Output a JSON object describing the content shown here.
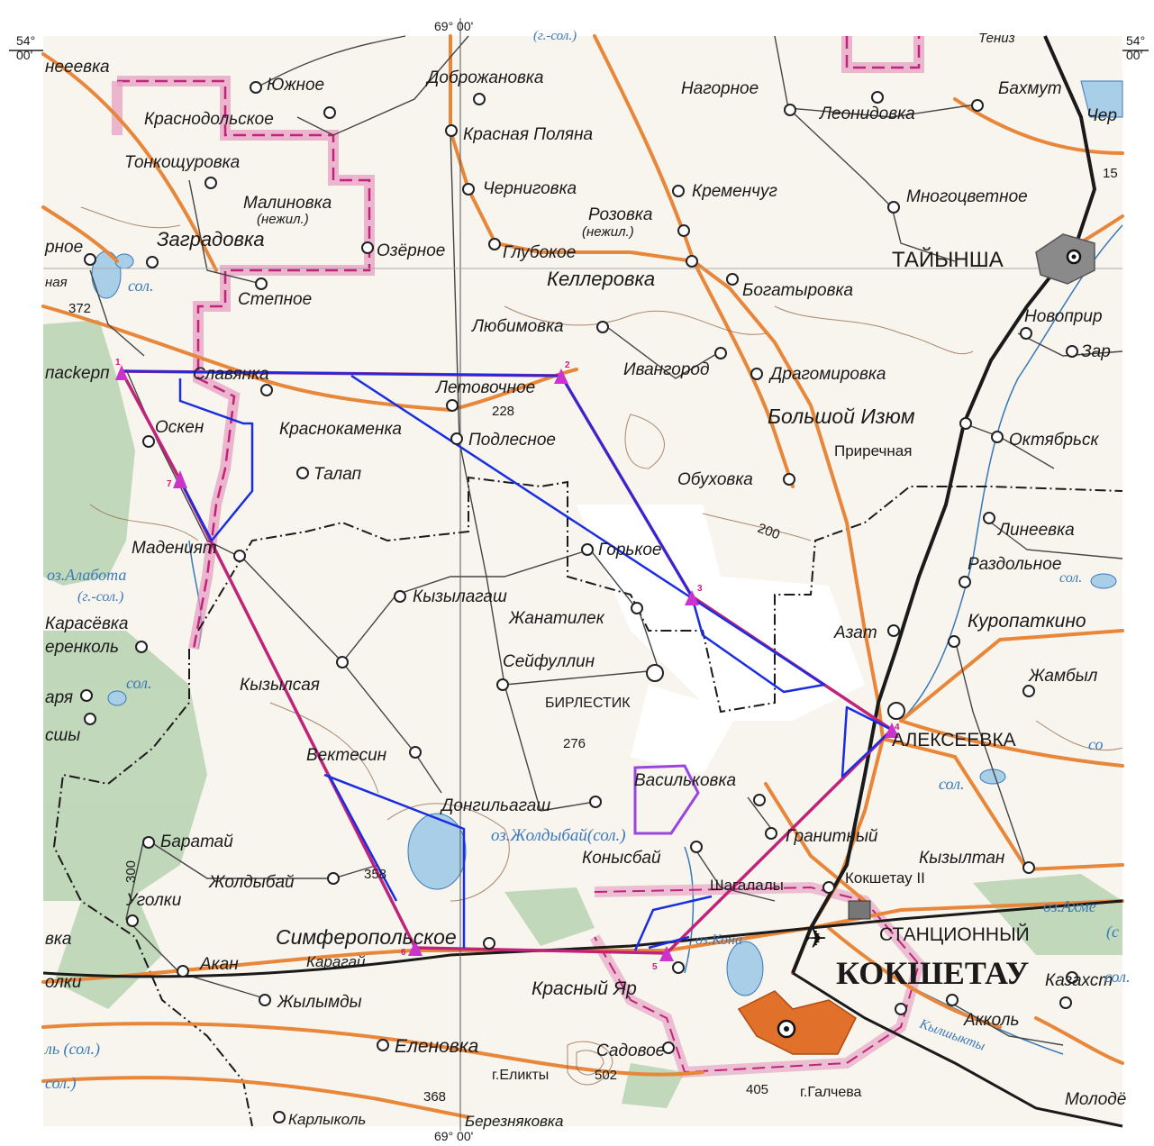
{
  "coords": {
    "top_lon": "69° 00'",
    "bottom_lon": "69° 00'",
    "left_lat_deg": "54°",
    "left_lat_min": "00'",
    "right_lat_deg": "54°",
    "right_lat_min": "00'"
  },
  "colors": {
    "road": "#e8863a",
    "road_minor": "#444444",
    "rail": "#1a1a1a",
    "district_border": "#e59ac0",
    "district_dash": "#c0247a",
    "forest": "#b8d2b0",
    "water": "#a9cfe8",
    "area_outline": "#c0247a",
    "inner_outline": "#1a2ee0",
    "small_outline": "#9a45e0",
    "vertex_marker": "#cc33cc",
    "city_fill": "#e0702a"
  },
  "places": [
    {
      "label": "нееевка"
    },
    {
      "label": "Южное"
    },
    {
      "label": "Доброжановка"
    },
    {
      "label": "Нагорное"
    },
    {
      "label": "Бахмут"
    },
    {
      "label": "Чер"
    },
    {
      "label": "Краснодольское"
    },
    {
      "label": "Красная Поляна"
    },
    {
      "label": "Леонидовка"
    },
    {
      "label": "Тонкощуровка"
    },
    {
      "label": "Черниговка"
    },
    {
      "label": "Кременчуг"
    },
    {
      "label": "Многоцветное"
    },
    {
      "label": "Малиновка"
    },
    {
      "label": "(нежил.)"
    },
    {
      "label": "Розовка"
    },
    {
      "label": "(нежил.)"
    },
    {
      "label": "Заградовка"
    },
    {
      "label": "Озёрное"
    },
    {
      "label": "Глубокое"
    },
    {
      "label": "Келлеровка"
    },
    {
      "label": "рное"
    },
    {
      "label": "Степное"
    },
    {
      "label": "Богатыровка"
    },
    {
      "label": "Любимовка"
    },
    {
      "label": "Новоприр"
    },
    {
      "label": "Зар"
    },
    {
      "label": "пасkерп"
    },
    {
      "label": "Славянка"
    },
    {
      "label": "Летовочное"
    },
    {
      "label": "Ивангород"
    },
    {
      "label": "Драгомировка"
    },
    {
      "label": "Оскен"
    },
    {
      "label": "Краснокаменка"
    },
    {
      "label": "Подлесное"
    },
    {
      "label": "Большой Изюм"
    },
    {
      "label": "Приречная"
    },
    {
      "label": "Октябрьск"
    },
    {
      "label": "Талап"
    },
    {
      "label": "Обуховка"
    },
    {
      "label": "Линеевка"
    },
    {
      "label": "Маденият"
    },
    {
      "label": "Горькое"
    },
    {
      "label": "Раздольное"
    },
    {
      "label": "Кызылагаш"
    },
    {
      "label": "Жанатилек"
    },
    {
      "label": "Азат"
    },
    {
      "label": "Куропаткино"
    },
    {
      "label": "Карасёвка"
    },
    {
      "label": "еренколь"
    },
    {
      "label": "Сейфуллин"
    },
    {
      "label": "Кызылсая"
    },
    {
      "label": "Жамбыл"
    },
    {
      "label": "аря"
    },
    {
      "label": "сшы"
    },
    {
      "label": "Вектесин"
    },
    {
      "label": "Васильковка"
    },
    {
      "label": "Донгильагаш"
    },
    {
      "label": "Конысбай"
    },
    {
      "label": "Гранитный"
    },
    {
      "label": "Баратай"
    },
    {
      "label": "Кызылтан"
    },
    {
      "label": "Жолдыбай"
    },
    {
      "label": "Шагалалы"
    },
    {
      "label": "Кокшетау II"
    },
    {
      "label": "Уголки"
    },
    {
      "label": "вка"
    },
    {
      "label": "Симферопольское"
    },
    {
      "label": "Акан"
    },
    {
      "label": "Карагай"
    },
    {
      "label": "олки"
    },
    {
      "label": "Красный Яр"
    },
    {
      "label": "Казахст"
    },
    {
      "label": "Жылымды"
    },
    {
      "label": "Акколь"
    },
    {
      "label": "Еленовка"
    },
    {
      "label": "Садовое"
    },
    {
      "label": "г.Еликты"
    },
    {
      "label": "г.Галчева"
    },
    {
      "label": "Молодё"
    },
    {
      "label": "Карлыколь"
    },
    {
      "label": "Березняковка"
    },
    {
      "label": "Тениз"
    },
    {
      "label": "ная"
    }
  ],
  "cities": [
    {
      "label": "ТАЙЫНША"
    },
    {
      "label": "БИРЛЕСТИК"
    },
    {
      "label": "АЛЕКСЕЕВКА"
    },
    {
      "label": "СТАНЦИОННЫЙ"
    },
    {
      "label": "КОКШЕТАУ"
    }
  ],
  "water_labels": [
    {
      "label": "(г.-сол.)"
    },
    {
      "label": "сол."
    },
    {
      "label": "оз.Алабота"
    },
    {
      "label": "(г.-сол.)"
    },
    {
      "label": "сол."
    },
    {
      "label": "сол."
    },
    {
      "label": "сол."
    },
    {
      "label": "оз.Жолдыбай(сол.)"
    },
    {
      "label": "оз.Кона"
    },
    {
      "label": "оз.Ахме"
    },
    {
      "label": "(с"
    },
    {
      "label": "со"
    },
    {
      "label": "Кылшыкты"
    },
    {
      "label": "ль (сол.)"
    },
    {
      "label": "сол.)"
    },
    {
      "label": "сол."
    }
  ],
  "elevations": [
    {
      "value": "372"
    },
    {
      "value": "228"
    },
    {
      "value": "276"
    },
    {
      "value": "358"
    },
    {
      "value": "300"
    },
    {
      "value": "502"
    },
    {
      "value": "405"
    },
    {
      "value": "368"
    },
    {
      "value": "200"
    },
    {
      "value": "15"
    }
  ],
  "vertices": [
    {
      "label": "1"
    },
    {
      "label": "2"
    },
    {
      "label": "3"
    },
    {
      "label": "4"
    },
    {
      "label": "5"
    },
    {
      "label": "6"
    },
    {
      "label": "7"
    }
  ]
}
